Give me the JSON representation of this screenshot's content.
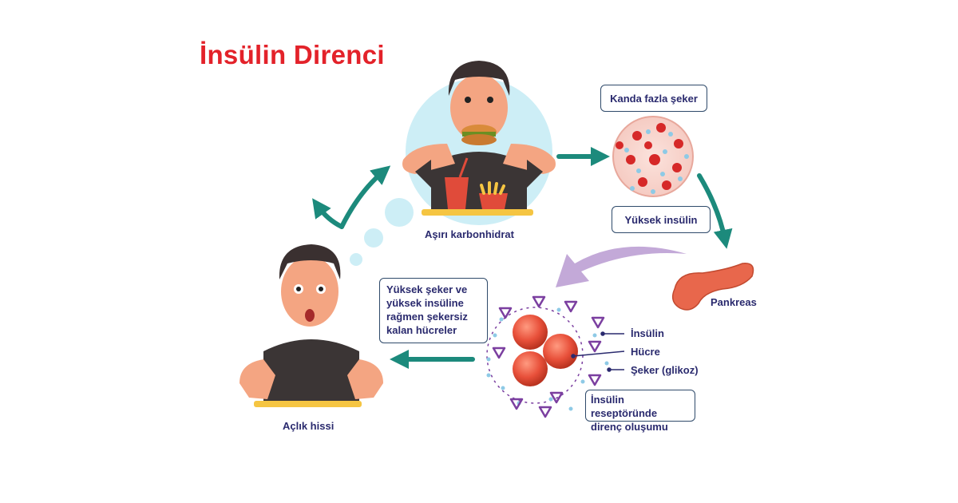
{
  "title": {
    "text": "İnsülin Direnci",
    "color": "#e3222a"
  },
  "stages": {
    "eating": {
      "label": "Aşırı karbonhidrat"
    },
    "blood": {
      "label": "Kanda fazla şeker"
    },
    "insulin": {
      "label": "Yüksek insülin"
    },
    "pancreas": {
      "label": "Pankreas"
    },
    "cells": {
      "legend": {
        "insulin": "İnsülin",
        "cell": "Hücre",
        "sugar": "Şeker (glikoz)"
      },
      "resistance_lines": [
        "İnsülin reseptöründe",
        "direnç oluşumu"
      ]
    },
    "unfed_cells": {
      "lines": [
        "Yüksek şeker ve",
        "yüksek insüline",
        "rağmen şekersiz",
        "kalan hücreler"
      ]
    },
    "hunger": {
      "label": "Açlık hissi"
    }
  },
  "colors": {
    "arrow": "#1c8a7c",
    "purple": "#7b3fa0",
    "cell": "#e8503a",
    "text": "#2a2a6e",
    "skin": "#f4a582",
    "shirt": "#3b3535"
  }
}
